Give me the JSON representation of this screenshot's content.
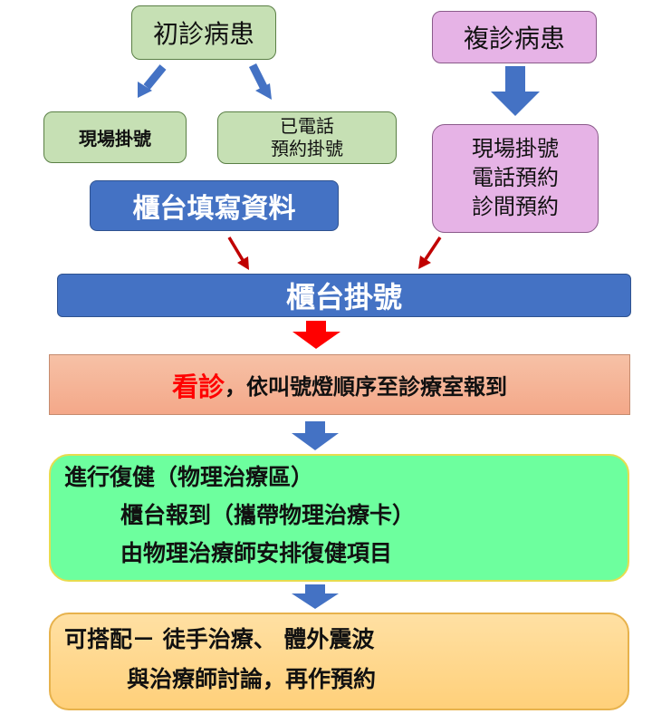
{
  "top": {
    "first_visit": "初診病患",
    "return_visit": "複診病患",
    "onsite": "現場掛號",
    "phone_line1": "已電話",
    "phone_line2": "預約掛號",
    "return_options": [
      "現場掛號",
      "電話預約",
      "診間預約"
    ],
    "counter_fill": "櫃台填寫資料"
  },
  "register": {
    "label": "櫃台掛號"
  },
  "consult": {
    "highlight": "看診",
    "rest": "，依叫號燈順序至診療室報到"
  },
  "rehab": {
    "line1": "進行復健（物理治療區）",
    "line2": "櫃台報到（攜帶物理治療卡）",
    "line3": "由物理治療師安排復健項目"
  },
  "options": {
    "line1": "可搭配－ 徒手治療、 體外震波",
    "line2": "與治療師討論，再作預約"
  },
  "colors": {
    "blue_arrow": "#4472c4",
    "red_arrow": "#ff0000",
    "dark_red_arrow": "#c00000",
    "highlight_red": "#ff0000"
  }
}
